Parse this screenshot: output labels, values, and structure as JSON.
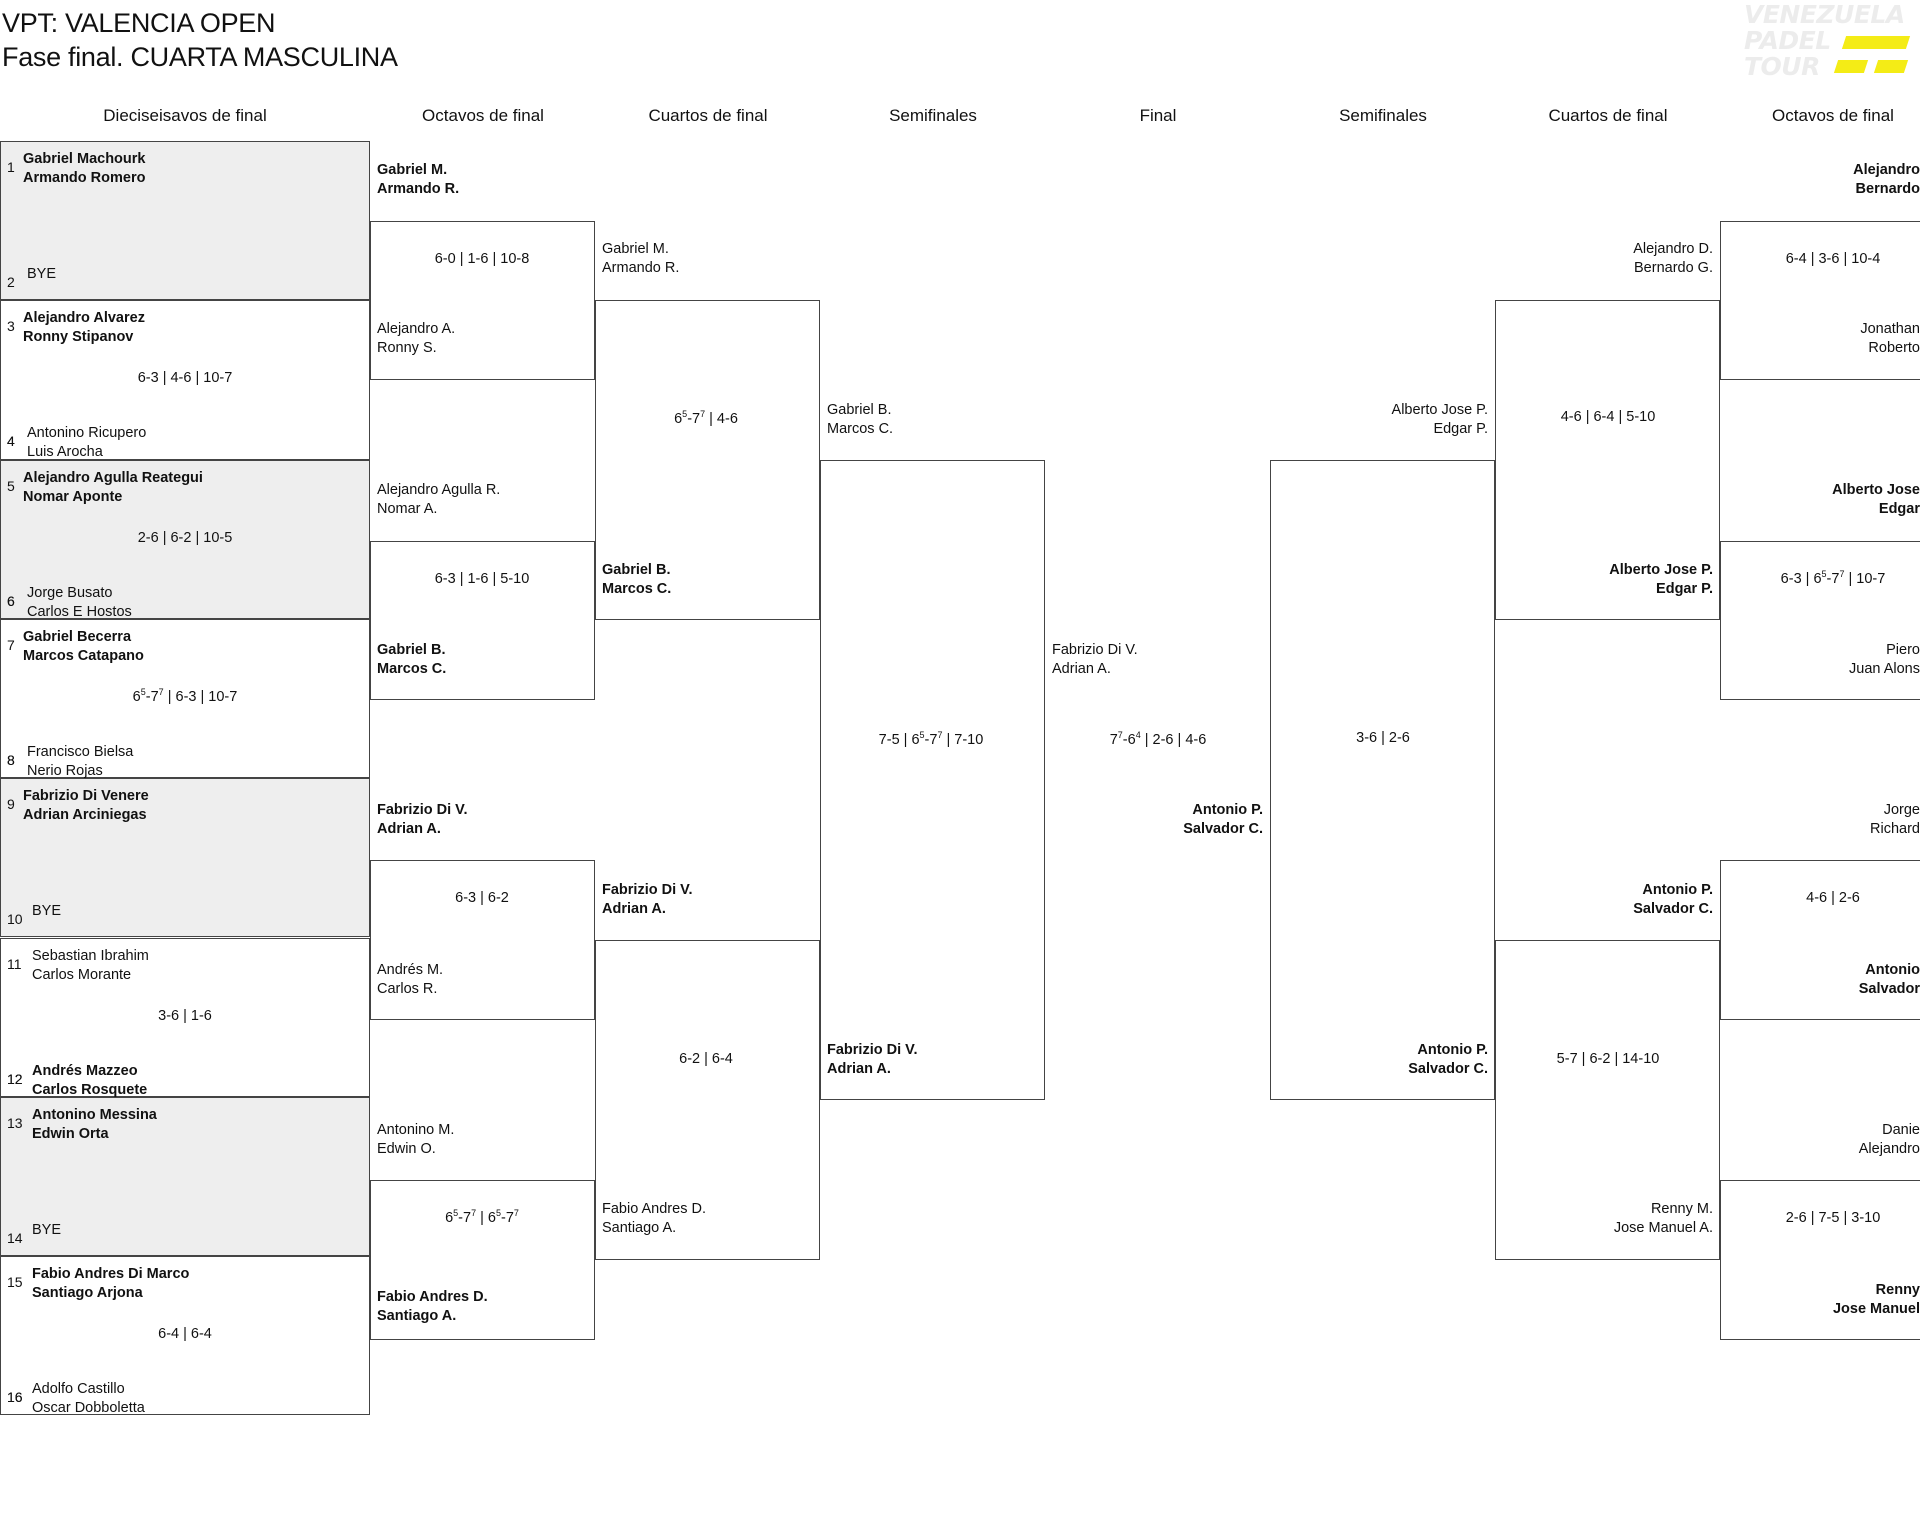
{
  "header": {
    "title": "VPT: VALENCIA OPEN",
    "subtitle": "Fase final. CUARTA MASCULINA",
    "logo_text": [
      "VENEZUELA",
      "PADEL",
      "TOUR"
    ],
    "logo_accent": "#f4ec16"
  },
  "rounds": [
    "Dieciseisavos de final",
    "Octavos de final",
    "Cuartos de final",
    "Semifinales",
    "Final",
    "Semifinales",
    "Cuartos de final",
    "Octavos de final"
  ],
  "r32": {
    "seeds": [
      "1",
      "2",
      "3",
      "4",
      "5",
      "6",
      "7",
      "8",
      "9",
      "10",
      "11",
      "12",
      "13",
      "14",
      "15",
      "16"
    ],
    "teams": [
      [
        "Gabriel Machourk",
        "Armando Romero"
      ],
      [
        "BYE"
      ],
      [
        "Alejandro Alvarez",
        "Ronny Stipanov"
      ],
      [
        "Antonino Ricupero",
        "Luis Arocha"
      ],
      [
        "Alejandro Agulla Reategui",
        "Nomar Aponte"
      ],
      [
        "Jorge Busato",
        "Carlos E Hostos"
      ],
      [
        "Gabriel Becerra",
        "Marcos Catapano"
      ],
      [
        "Francisco Bielsa",
        "Nerio Rojas"
      ],
      [
        "Fabrizio Di Venere",
        "Adrian Arciniegas"
      ],
      [
        "BYE"
      ],
      [
        "Sebastian Ibrahim",
        "Carlos Morante"
      ],
      [
        "Andrés Mazzeo",
        "Carlos Rosquete"
      ],
      [
        "Antonino Messina",
        "Edwin Orta"
      ],
      [
        "BYE"
      ],
      [
        "Fabio Andres Di Marco",
        "Santiago Arjona"
      ],
      [
        "Adolfo Castillo",
        "Oscar Dobboletta"
      ]
    ],
    "scores": [
      "",
      "6-3 | 4-6 | 10-7",
      "2-6 | 6-2 | 10-5",
      "6{5}-7{7} | 6-3 | 10-7",
      "",
      "3-6 | 1-6",
      "",
      "6-4 | 6-4"
    ]
  },
  "r16_left": {
    "teams": [
      [
        "Gabriel M.",
        "Armando R."
      ],
      [
        "Alejandro A.",
        "Ronny S."
      ],
      [
        "Alejandro Agulla R.",
        "Nomar A."
      ],
      [
        "Gabriel B.",
        "Marcos C."
      ],
      [
        "Fabrizio Di V.",
        "Adrian A."
      ],
      [
        "Andrés M.",
        "Carlos R."
      ],
      [
        "Antonino M.",
        "Edwin O."
      ],
      [
        "Fabio Andres D.",
        "Santiago A."
      ]
    ],
    "scores": [
      "6-0 | 1-6 | 10-8",
      "6-3 | 1-6 | 5-10",
      "6-3 | 6-2",
      "6{5}-7{7} | 6{5}-7{7}"
    ]
  },
  "qf_left": {
    "teams": [
      [
        "Gabriel M.",
        "Armando R."
      ],
      [
        "Gabriel B.",
        "Marcos C."
      ],
      [
        "Fabrizio Di V.",
        "Adrian A."
      ],
      [
        "Fabio Andres D.",
        "Santiago A."
      ]
    ],
    "scores": [
      "6{5}-7{7} | 4-6",
      "6-2 | 6-4"
    ]
  },
  "sf_left": {
    "teams": [
      [
        "Gabriel B.",
        "Marcos C."
      ],
      [
        "Fabrizio Di V.",
        "Adrian A."
      ]
    ],
    "scores": [
      "7-5 | 6{5}-7{7} | 7-10"
    ]
  },
  "final": {
    "teams": [
      [
        "Fabrizio Di V.",
        "Adrian A."
      ],
      [
        "Antonio P.",
        "Salvador C."
      ]
    ],
    "score": "7{7}-6{4} | 2-6 | 4-6"
  },
  "sf_right": {
    "teams": [
      [
        "Alberto Jose P.",
        "Edgar P."
      ],
      [
        "Antonio P.",
        "Salvador C."
      ]
    ],
    "scores": [
      "3-6 | 2-6"
    ]
  },
  "qf_right": {
    "teams": [
      [
        "Alejandro D.",
        "Bernardo G."
      ],
      [
        "Alberto Jose P.",
        "Edgar P."
      ],
      [
        "Antonio P.",
        "Salvador C."
      ],
      [
        "Renny M.",
        "Jose Manuel A."
      ]
    ],
    "scores": [
      "4-6 | 6-4 | 5-10",
      "5-7 | 6-2 | 14-10"
    ]
  },
  "r16_right": {
    "teams": [
      [
        "Alejandro",
        "Bernardo"
      ],
      [
        "Jonathan",
        "Roberto"
      ],
      [
        "Alberto Jose",
        "Edgar"
      ],
      [
        "Piero",
        "Juan Alons"
      ],
      [
        "Jorge",
        "Richard"
      ],
      [
        "Antonio",
        "Salvador"
      ],
      [
        "Danie",
        "Alejandro"
      ],
      [
        "Renny",
        "Jose Manuel"
      ]
    ],
    "scores": [
      "6-4 | 3-6 | 10-4",
      "6-3 | 6{5}-7{7} | 10-7",
      "4-6 | 2-6",
      "2-6 | 7-5 | 3-10"
    ]
  }
}
